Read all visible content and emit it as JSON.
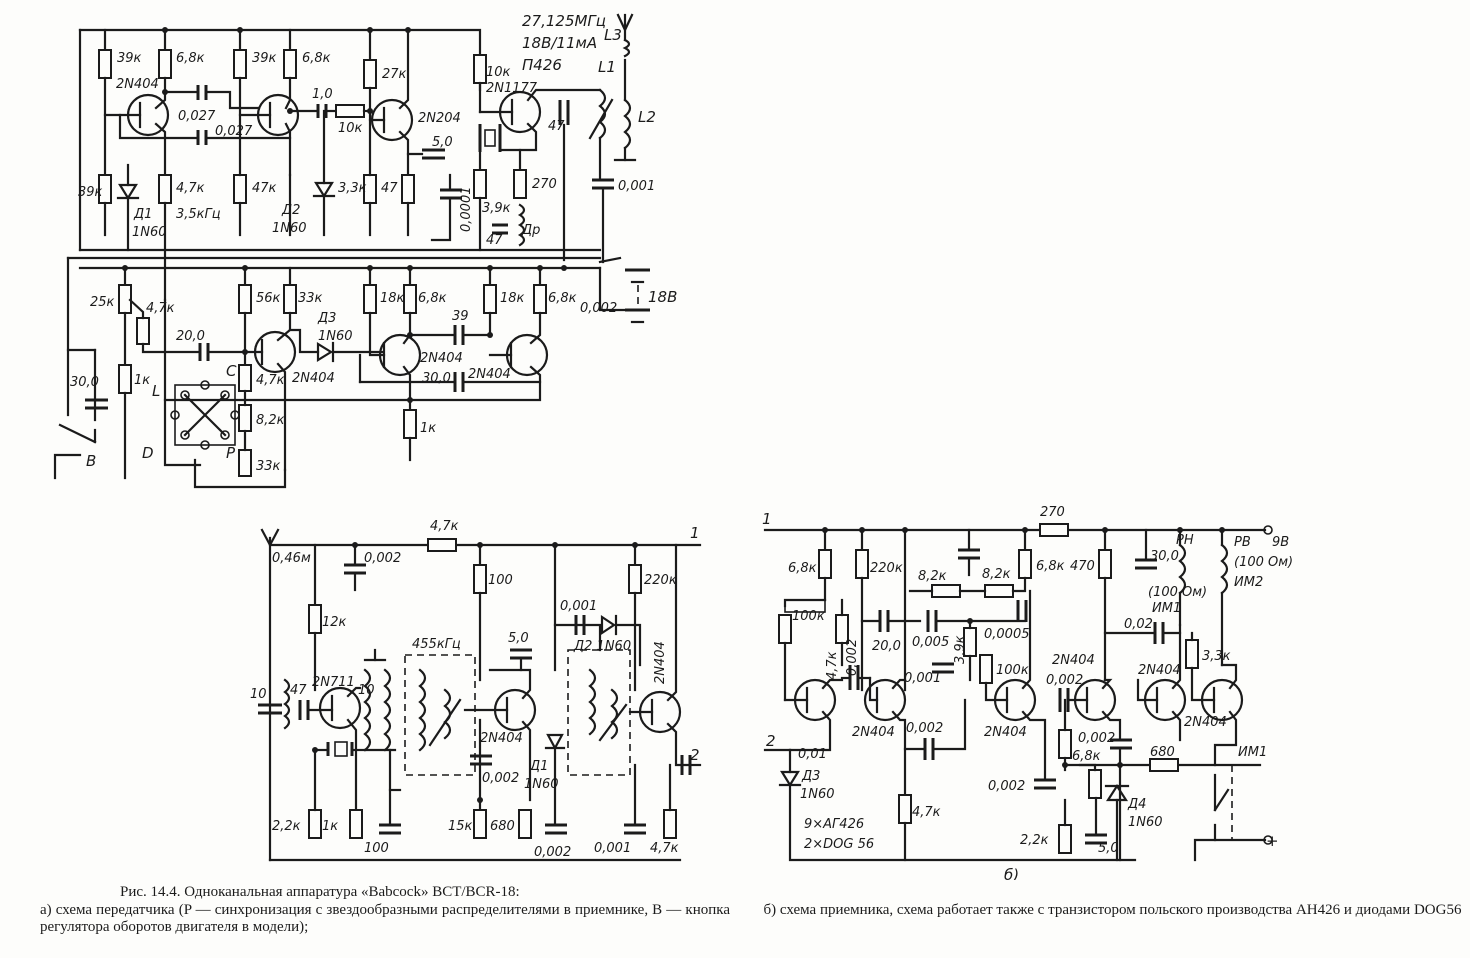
{
  "captions": {
    "figure_title": "Рис. 14.4. Одноканальная аппаратура «Babcock» BCT/BCR-18:",
    "a_text": "а) схема передатчика (P — синхронизация с звездообразными распределителями в приемнике, B — кнопка регулятора оборотов двигателя в модели);",
    "b_text": "б) схема приемника, схема работает также с транзистором польского производства AH426 и диодами DOG56"
  },
  "transmitter": {
    "header": {
      "freq": "27,125МГц",
      "supply": "18В/11мА",
      "pa_transistor": "П426"
    },
    "labels": [
      {
        "id": "r1",
        "text": "39к"
      },
      {
        "id": "r2",
        "text": "6,8к"
      },
      {
        "id": "r3",
        "text": "39к"
      },
      {
        "id": "r4",
        "text": "6,8к"
      },
      {
        "id": "t1",
        "text": "2N404"
      },
      {
        "id": "c1",
        "text": "0,027"
      },
      {
        "id": "c2",
        "text": "0,027"
      },
      {
        "id": "c3",
        "text": "1,0"
      },
      {
        "id": "r5",
        "text": "10к"
      },
      {
        "id": "r6",
        "text": "27к"
      },
      {
        "id": "t3",
        "text": "2N204"
      },
      {
        "id": "c4",
        "text": "5,0"
      },
      {
        "id": "r7",
        "text": "39к"
      },
      {
        "id": "r8",
        "text": "4,7к"
      },
      {
        "id": "f1",
        "text": "3,5кГц"
      },
      {
        "id": "r9",
        "text": "47к"
      },
      {
        "id": "d2",
        "text": "Д2"
      },
      {
        "id": "d2t",
        "text": "1N60"
      },
      {
        "id": "r10",
        "text": "3,3к"
      },
      {
        "id": "r11",
        "text": "47"
      },
      {
        "id": "c5",
        "text": "0,0001"
      },
      {
        "id": "d1",
        "text": "Д1"
      },
      {
        "id": "d1t",
        "text": "1N60"
      },
      {
        "id": "r12",
        "text": "10к"
      },
      {
        "id": "t4",
        "text": "2N1177"
      },
      {
        "id": "c6",
        "text": "47"
      },
      {
        "id": "l1",
        "text": "L1"
      },
      {
        "id": "l2",
        "text": "L2"
      },
      {
        "id": "l3",
        "text": "L3"
      },
      {
        "id": "r13",
        "text": "3,9к"
      },
      {
        "id": "r14",
        "text": "270"
      },
      {
        "id": "c7",
        "text": "47"
      },
      {
        "id": "dr",
        "text": "Др"
      },
      {
        "id": "c8",
        "text": "0,001"
      },
      {
        "id": "p1",
        "text": "25к"
      },
      {
        "id": "r15",
        "text": "4,7к"
      },
      {
        "id": "r16",
        "text": "56к"
      },
      {
        "id": "r17",
        "text": "33к"
      },
      {
        "id": "r18",
        "text": "18к"
      },
      {
        "id": "r19",
        "text": "6,8к"
      },
      {
        "id": "r20",
        "text": "18к"
      },
      {
        "id": "r21",
        "text": "6,8к"
      },
      {
        "id": "c9",
        "text": "20,0"
      },
      {
        "id": "d3",
        "text": "Д3"
      },
      {
        "id": "d3t",
        "text": "1N60"
      },
      {
        "id": "c10",
        "text": "39"
      },
      {
        "id": "t5",
        "text": "2N404"
      },
      {
        "id": "t6",
        "text": "2N404"
      },
      {
        "id": "t7",
        "text": "2N404"
      },
      {
        "id": "c11",
        "text": "30,0"
      },
      {
        "id": "c12",
        "text": "0,002"
      },
      {
        "id": "bat",
        "text": "18В"
      },
      {
        "id": "c13",
        "text": "30,0"
      },
      {
        "id": "r22",
        "text": "1к"
      },
      {
        "id": "r23",
        "text": "4,7к"
      },
      {
        "id": "r24",
        "text": "8,2к"
      },
      {
        "id": "r25",
        "text": "33к"
      },
      {
        "id": "r26",
        "text": "1к"
      },
      {
        "id": "sw_l",
        "text": "L"
      },
      {
        "id": "sw_c",
        "text": "C"
      },
      {
        "id": "sw_d",
        "text": "D"
      },
      {
        "id": "sw_p",
        "text": "P"
      },
      {
        "id": "btn_b",
        "text": "B"
      }
    ]
  },
  "converter": {
    "labels": [
      {
        "id": "ant",
        "text": "0,46м"
      },
      {
        "id": "c1",
        "text": "0,002"
      },
      {
        "id": "r1",
        "text": "4,7к"
      },
      {
        "id": "n1",
        "text": "1"
      },
      {
        "id": "r2",
        "text": "12к"
      },
      {
        "id": "r3",
        "text": "100"
      },
      {
        "id": "r4",
        "text": "220к"
      },
      {
        "id": "c2",
        "text": "0,001"
      },
      {
        "id": "d2",
        "text": "Д2 1N60"
      },
      {
        "id": "f",
        "text": "455кГц"
      },
      {
        "id": "c3",
        "text": "5,0"
      },
      {
        "id": "t1",
        "text": "2N711"
      },
      {
        "id": "c4",
        "text": "10"
      },
      {
        "id": "c5",
        "text": "47"
      },
      {
        "id": "c6",
        "text": "10"
      },
      {
        "id": "t2",
        "text": "2N404"
      },
      {
        "id": "t3",
        "text": "2N404"
      },
      {
        "id": "d1",
        "text": "Д1"
      },
      {
        "id": "d1t",
        "text": "1N60"
      },
      {
        "id": "c7",
        "text": "0,002"
      },
      {
        "id": "n2",
        "text": "2"
      },
      {
        "id": "r5",
        "text": "2,2к"
      },
      {
        "id": "r6",
        "text": "1к"
      },
      {
        "id": "c8",
        "text": "100"
      },
      {
        "id": "r7",
        "text": "15к"
      },
      {
        "id": "r8",
        "text": "680"
      },
      {
        "id": "c9",
        "text": "0,002"
      },
      {
        "id": "c10",
        "text": "0,001"
      },
      {
        "id": "r9",
        "text": "4,7к"
      }
    ]
  },
  "receiver": {
    "labels": [
      {
        "id": "n1",
        "text": "1"
      },
      {
        "id": "r1",
        "text": "270"
      },
      {
        "id": "v",
        "text": "9В"
      },
      {
        "id": "r2",
        "text": "6,8к"
      },
      {
        "id": "r3",
        "text": "220к"
      },
      {
        "id": "r4",
        "text": "8,2к"
      },
      {
        "id": "r5",
        "text": "8,2к"
      },
      {
        "id": "r6",
        "text": "6,8к"
      },
      {
        "id": "r7",
        "text": "470"
      },
      {
        "id": "rn",
        "text": "РН"
      },
      {
        "id": "c1",
        "text": "30,0"
      },
      {
        "id": "rn_r",
        "text": "(100 Ом)"
      },
      {
        "id": "im1a",
        "text": "ИМ1"
      },
      {
        "id": "rv",
        "text": "РВ"
      },
      {
        "id": "rv_r",
        "text": "(100 Ом)"
      },
      {
        "id": "im2",
        "text": "ИМ2"
      },
      {
        "id": "r8",
        "text": "100к"
      },
      {
        "id": "r9",
        "text": "4,7к"
      },
      {
        "id": "c2",
        "text": "0,002"
      },
      {
        "id": "c3",
        "text": "20,0"
      },
      {
        "id": "c4",
        "text": "0,005"
      },
      {
        "id": "r10",
        "text": "3,9к"
      },
      {
        "id": "c5",
        "text": "0,0005"
      },
      {
        "id": "c6",
        "text": "0,02"
      },
      {
        "id": "r11",
        "text": "100к"
      },
      {
        "id": "c7",
        "text": "0,001"
      },
      {
        "id": "t1",
        "text": "2N404"
      },
      {
        "id": "t2",
        "text": "2N404"
      },
      {
        "id": "t3",
        "text": "2N404"
      },
      {
        "id": "c8",
        "text": "0,002"
      },
      {
        "id": "t4",
        "text": "2N404"
      },
      {
        "id": "t5",
        "text": "2N404"
      },
      {
        "id": "r12",
        "text": "3,3к"
      },
      {
        "id": "n2",
        "text": "2"
      },
      {
        "id": "c9",
        "text": "0,01"
      },
      {
        "id": "d3",
        "text": "Д3"
      },
      {
        "id": "d3t",
        "text": "1N60"
      },
      {
        "id": "c10",
        "text": "0,002"
      },
      {
        "id": "c11",
        "text": "0,002"
      },
      {
        "id": "r13",
        "text": "6,8к"
      },
      {
        "id": "r14",
        "text": "680"
      },
      {
        "id": "im1b",
        "text": "ИМ1"
      },
      {
        "id": "note1",
        "text": "9×АГ426"
      },
      {
        "id": "note2",
        "text": "2×DOG 56"
      },
      {
        "id": "r15",
        "text": "4,7к"
      },
      {
        "id": "c12",
        "text": "0,002"
      },
      {
        "id": "r16",
        "text": "2,2к"
      },
      {
        "id": "c13",
        "text": "5,0"
      },
      {
        "id": "d4",
        "text": "Д4"
      },
      {
        "id": "d4t",
        "text": "1N60"
      },
      {
        "id": "sub_b",
        "text": "б)"
      },
      {
        "id": "plus",
        "text": "+"
      }
    ]
  }
}
